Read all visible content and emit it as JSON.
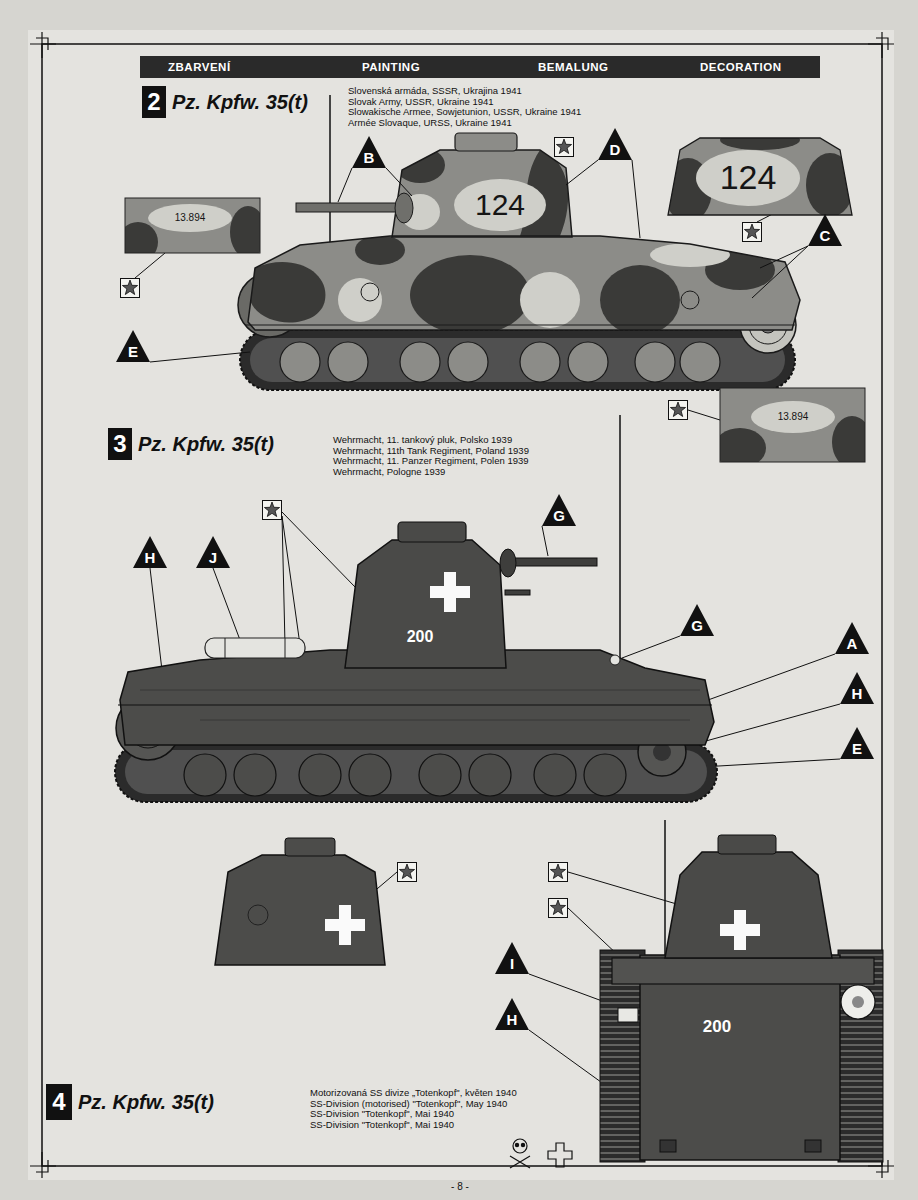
{
  "diagram": {
    "nodes": [
      {
        "text": [
          "ZBARVENÍ",
          "PAINTING",
          "BEMALUNG",
          "DECORATION"
        ]
      },
      {
        "text": [
          "2",
          "Pz. Kpfw. 35(t)"
        ]
      },
      {
        "text": [
          "B"
        ]
      },
      {
        "text": [
          "D"
        ]
      },
      {
        "text": [
          "C"
        ]
      },
      {
        "text": [
          "E"
        ]
      },
      {
        "text": [
          "3",
          "Pz. Kpfw. 35(t)"
        ]
      },
      {
        "text": [
          "G"
        ]
      },
      {
        "text": [
          "H"
        ]
      },
      {
        "text": [
          "J"
        ]
      },
      {
        "text": [
          "G"
        ]
      },
      {
        "text": [
          "A"
        ]
      },
      {
        "text": [
          "H"
        ]
      },
      {
        "text": [
          "E"
        ]
      },
      {
        "text": [
          "I"
        ]
      },
      {
        "text": [
          "H"
        ]
      },
      {
        "text": [
          "4",
          "Pz. Kpfw. 35(t)"
        ]
      }
    ],
    "labels": [
      "Slovenská armáda, SSSR, Ukrajina 1941",
      "Slovak Army, USSR, Ukraine 1941",
      "Slowakische Armee, Sowjetunion, USSR, Ukraine 1941",
      "Armée Slovaque, URSS, Ukraine 1941",
      "124",
      "124",
      "13.894",
      "13.894",
      "Wehrmacht, 11. tankový pluk, Polsko 1939",
      "Wehrmacht, 11th Tank Regiment, Poland 1939",
      "Wehrmacht, 11. Panzer Regiment, Polen 1939",
      "Wehrmacht, Pologne 1939",
      "200",
      "200",
      "Motorizovaná SS divize „Totenkopf\", květen 1940",
      "SS-Division (motorised) \"Totenkopf\", May 1940",
      "SS-Division \"Totenkopf\", Mai 1940",
      "SS-Division \"Totenkopf\", Mai 1940",
      "- 8 -"
    ]
  }
}
